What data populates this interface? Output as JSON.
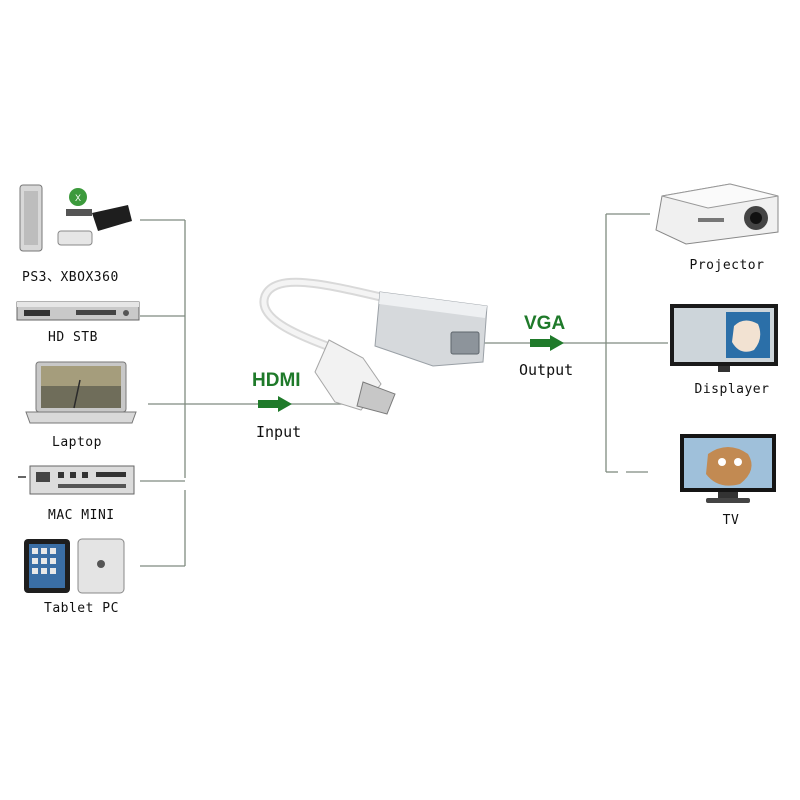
{
  "sources": [
    {
      "id": "ps3-xbox360",
      "label": "PS3、XBOX360",
      "icon": "game-console-icon"
    },
    {
      "id": "hd-stb",
      "label": "HD STB",
      "icon": "set-top-box-icon"
    },
    {
      "id": "laptop",
      "label": "Laptop",
      "icon": "laptop-icon"
    },
    {
      "id": "mac-mini",
      "label": "MAC MINI",
      "icon": "mac-mini-icon"
    },
    {
      "id": "tablet-pc",
      "label": "Tablet PC",
      "icon": "tablet-icon"
    }
  ],
  "input": {
    "signal": "HDMI",
    "label": "Input"
  },
  "output": {
    "signal": "VGA",
    "label": "Output"
  },
  "targets": [
    {
      "id": "projector",
      "label": "Projector",
      "icon": "projector-icon"
    },
    {
      "id": "displayer",
      "label": "Displayer",
      "icon": "monitor-icon"
    },
    {
      "id": "tv",
      "label": "TV",
      "icon": "tv-icon"
    }
  ],
  "colors": {
    "accent": "#1f7a2a",
    "line": "#7a8a7a"
  }
}
